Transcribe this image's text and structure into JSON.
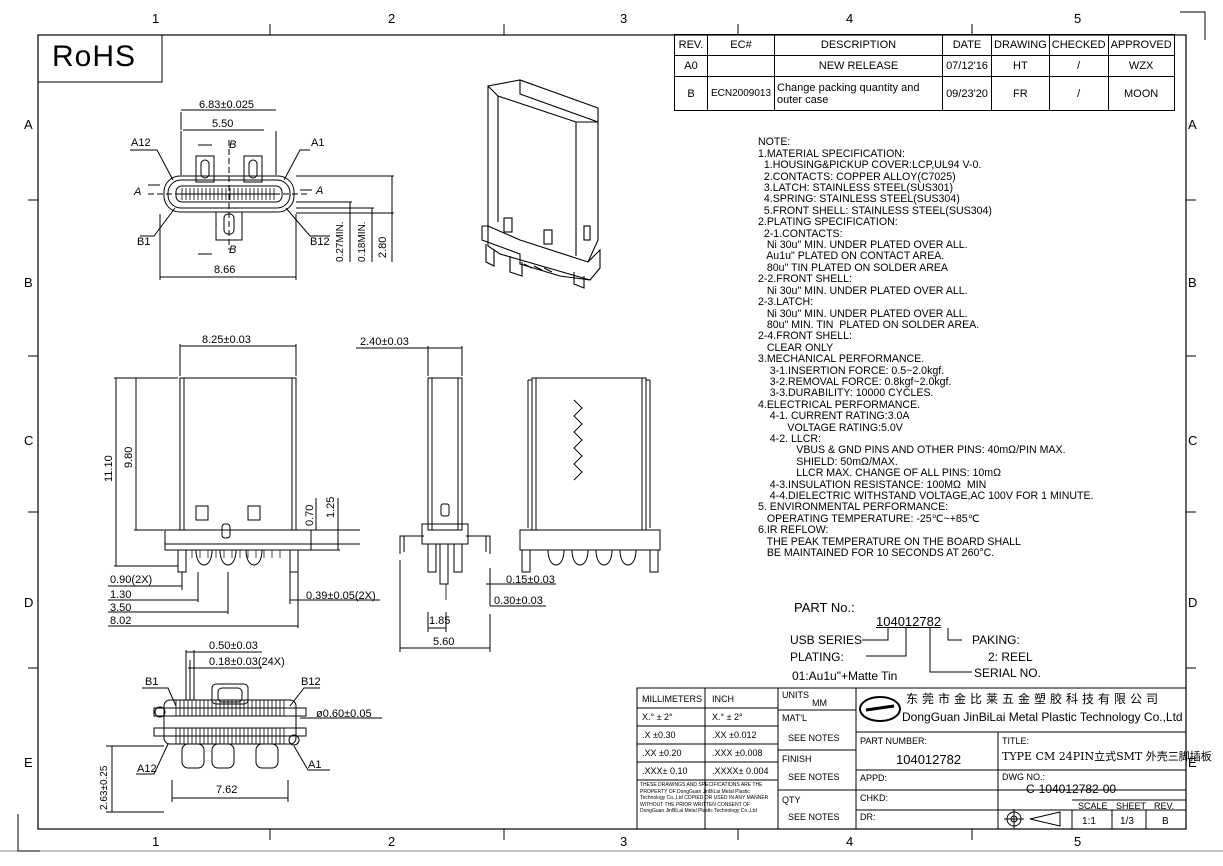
{
  "border": {
    "top_zones": [
      "1",
      "2",
      "3",
      "4",
      "5"
    ],
    "bottom_zones": [
      "1",
      "2",
      "3",
      "4",
      "5"
    ],
    "left_zones": [
      "A",
      "B",
      "C",
      "D",
      "E"
    ],
    "right_zones": [
      "A",
      "B",
      "C",
      "D",
      "E"
    ]
  },
  "rohs": "RoHS",
  "revision_table": {
    "headers": [
      "REV.",
      "EC#",
      "DESCRIPTION",
      "DATE",
      "DRAWING",
      "CHECKED",
      "APPROVED"
    ],
    "rows": [
      [
        "A0",
        "",
        "NEW RELEASE",
        "07/12'16",
        "HT",
        "/",
        "WZX"
      ],
      [
        "B",
        "ECN2009013",
        "Change packing quantity and outer case",
        "09/23'20",
        "FR",
        "/",
        "MOON"
      ]
    ]
  },
  "top_view": {
    "dim_width_outer": "6.83±0.025",
    "dim_width_inner": "5.50",
    "label_a12": "A12",
    "label_a1": "A1",
    "label_b1": "B1",
    "label_b12": "B12",
    "section_b_top": "B",
    "section_b_bottom": "B",
    "section_a_left": "A",
    "section_a_right": "A",
    "dim_027": "0.27MIN.",
    "dim_018": "0.18MIN.",
    "dim_280": "2.80",
    "dim_866": "8.66"
  },
  "front_view": {
    "dim_825": "8.25±0.03",
    "dim_1110": "11.10",
    "dim_980": "9.80",
    "dim_070": "0.70",
    "dim_125": "1.25",
    "dim_090": "0.90(2X)",
    "dim_130": "1.30",
    "dim_350": "3.50",
    "dim_802": "8.02",
    "dim_039": "0.39±0.05(2X)"
  },
  "side_view": {
    "dim_240": "2.40±0.03",
    "dim_015": "0.15±0.03",
    "dim_030": "0.30±0.03",
    "dim_185": "1.85",
    "dim_560": "5.60"
  },
  "bottom_view": {
    "dim_050": "0.50±0.03",
    "dim_018x": "0.18±0.03(24X)",
    "label_b1": "B1",
    "label_b12": "B12",
    "dim_phi": "ø0.60±0.05",
    "label_a12": "A12",
    "label_a1": "A1",
    "dim_263": "2.63±0.25",
    "dim_762": "7.62"
  },
  "notes": [
    "NOTE:",
    "1.MATERIAL SPECIFICATION:",
    "  1.HOUSING&PICKUP COVER:LCP,UL94 V-0.",
    "  2.CONTACTS: COPPER ALLOY(C7025)",
    "  3.LATCH: STAINLESS STEEL(SUS301)",
    "  4.SPRING: STAINLESS STEEL(SUS304)",
    "  5.FRONT SHELL: STAINLESS STEEL(SUS304)",
    "2.PLATING SPECIFICATION:",
    "  2-1.CONTACTS:",
    "   Ni 30u\" MIN. UNDER PLATED OVER ALL.",
    "   Au1u\" PLATED ON CONTACT AREA.",
    "   80u\" TIN PLATED ON SOLDER AREA",
    "2-2.FRONT SHELL:",
    "   Ni 30u\" MIN. UNDER PLATED OVER ALL.",
    "2-3.LATCH:",
    "   Ni 30u\" MIN. UNDER PLATED OVER ALL.",
    "   80u\" MIN. TIN  PLATED ON SOLDER AREA.",
    "2-4.FRONT SHELL:",
    "   CLEAR ONLY",
    "3.MECHANICAL PERFORMANCE.",
    "    3-1.INSERTION FORCE: 0.5~2.0kgf.",
    "    3-2.REMOVAL FORCE: 0.8kgf~2.0kgf.",
    "    3-3.DURABILITY: 10000 CYCLES.",
    "4.ELECTRICAL PERFORMANCE.",
    "    4-1. CURRENT RATING:3.0A",
    "          VOLTAGE RATING:5.0V",
    "    4-2. LLCR:",
    "             VBUS & GND PINS AND OTHER PINS: 40mΩ/PIN MAX.",
    "             SHIELD: 50mΩ/MAX.",
    "             LLCR MAX. CHANGE OF ALL PINS: 10mΩ",
    "    4-3.INSULATION RESISTANCE: 100MΩ  MIN",
    "    4-4.DIELECTRIC WITHSTAND VOLTAGE,AC 100V FOR 1 MINUTE.",
    "5. ENVIRONMENTAL PERFORMANCE:",
    "   OPERATING TEMPERATURE: -25℃~+85℃",
    "6.IR REFLOW:",
    "   THE PEAK TEMPERATURE ON THE BOARD SHALL",
    "   BE MAINTAINED FOR 10 SECONDS AT 260°C."
  ],
  "part_no": {
    "label": "PART No.:",
    "number": "104012782",
    "usb_series": "USB SERIES",
    "plating": "PLATING:",
    "plating_value": "01:Au1u\"+Matte Tin",
    "paking": "PAKING:",
    "paking_value": "2: REEL",
    "serial": "SERIAL NO."
  },
  "title_block": {
    "millimeters": "MILLIMETERS",
    "inch": "INCH",
    "units_label": "UNITS",
    "units_value": "MM",
    "tol_rows": [
      [
        "X.° ± 2°",
        "X.° ± 2°"
      ],
      [
        ".X  ±0.30",
        ".XX  ±0.012"
      ],
      [
        ".XX  ±0.20",
        ".XXX  ±0.008"
      ],
      [
        ".XXX± 0.10",
        ".XXXX± 0.004"
      ]
    ],
    "matl": "MAT'L",
    "matl_value": "SEE NOTES",
    "finish": "FINISH",
    "finish_value": "SEE NOTES",
    "qty": "QTY",
    "qty_value": "SEE NOTES",
    "disclaimer": "THESE DRAWINGS AND SPECIFICATIONS ARE THE PROPERTY OF DongGuan JinBiLai Metal Plastic Technology Co.,Ltd COPIED OR USED IN ANY MANNER WITHOUT THE PRIOR WRITTEN CONSENT OF DongGuan JinBiLai Metal Plastic Technology Co.,Ltd",
    "company_cn": "东莞市金比莱五金塑胶科技有限公司",
    "company_en": "DongGuan JinBiLai Metal Plastic Technology Co.,Ltd",
    "part_number_label": "PART NUMBER:",
    "part_number": "104012782",
    "title_label": "TITLE:",
    "title": "TYPE CM 24PIN立式SMT 外壳三脚插板",
    "appd": "APPD:",
    "chkd": "CHKD:",
    "dr": "DR:",
    "dwg_no_label": "DWG NO.:",
    "dwg_no": "C-104012782-00",
    "scale_label": "SCALE",
    "scale": "1:1",
    "sheet_label": "SHEET",
    "sheet": "1/3",
    "rev_label": "REV.",
    "rev": "B"
  }
}
